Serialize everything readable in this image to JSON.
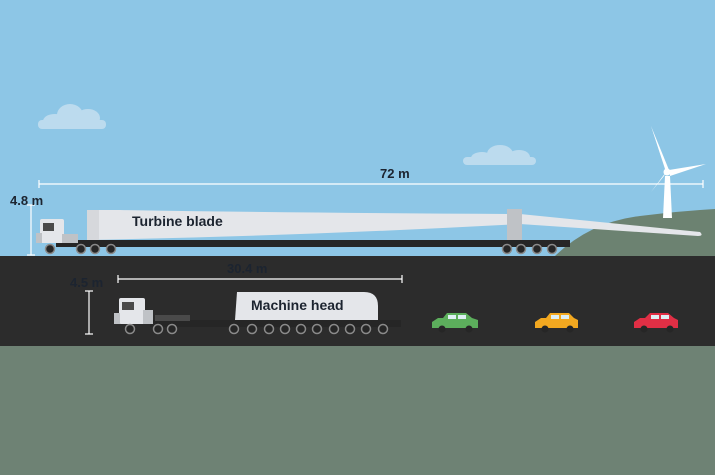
{
  "colors": {
    "sky": "#8dc6e6",
    "road": "#2c2c2c",
    "ground": "#6e8274",
    "hill": "#6c8271",
    "cloud": "#bcdbee",
    "cargo": "#e4e6ea",
    "trailer": "#262626",
    "dimension_line": "#ffffff",
    "car_green": "#5cae5c",
    "car_yellow": "#f2a820",
    "car_red": "#e02f45"
  },
  "blade_transport": {
    "length_label": "72 m",
    "height_label": "4.8 m",
    "cargo_label": "Turbine blade"
  },
  "nacelle_transport": {
    "length_label": "30.4 m",
    "height_label": "4.5 m",
    "cargo_label": "Machine head"
  },
  "icons": [
    "wind-turbine-icon",
    "truck-icon",
    "car-icon",
    "cloud-icon"
  ]
}
